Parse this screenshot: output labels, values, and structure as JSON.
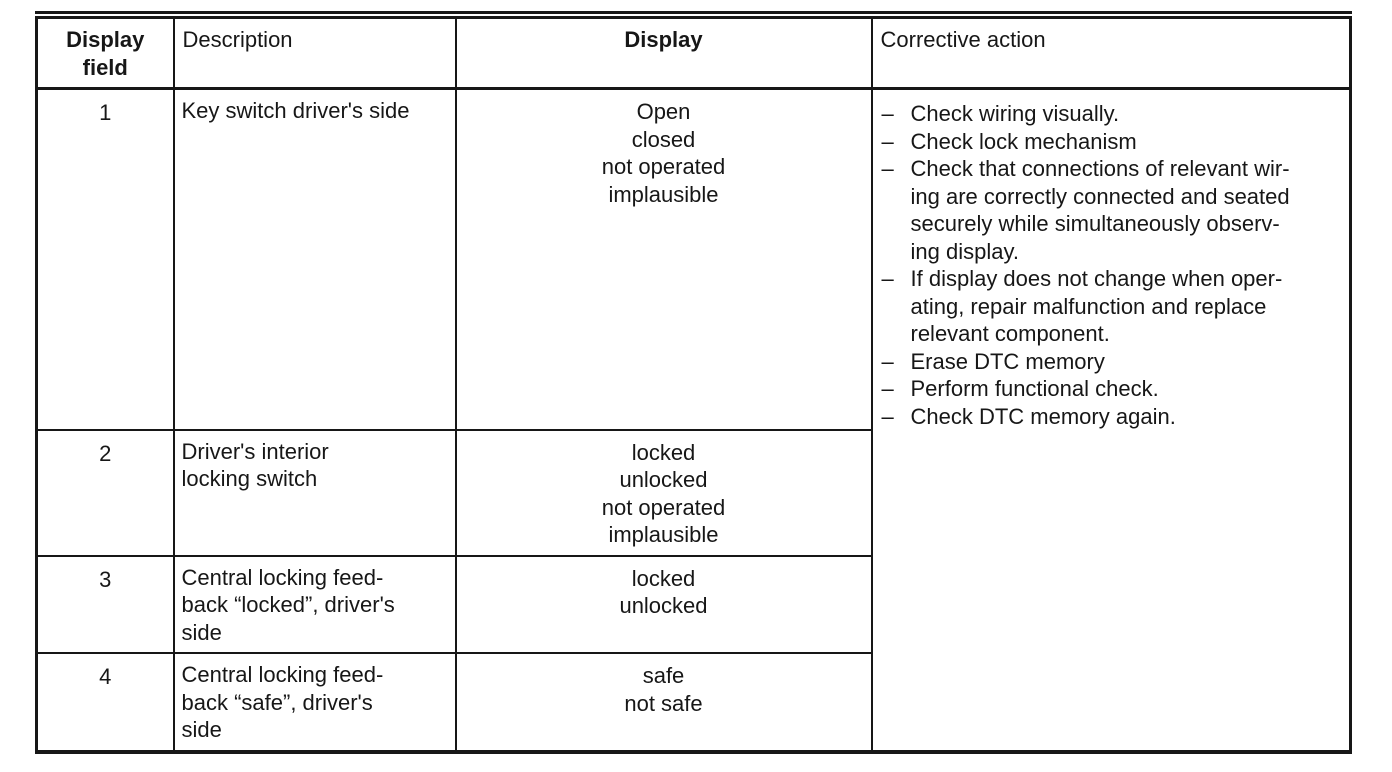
{
  "table": {
    "headers": [
      "Display\nfield",
      "Description",
      "Display",
      "Corrective action"
    ],
    "rows": [
      {
        "field": "1",
        "description": "Key switch driver's side",
        "display": [
          "Open",
          "closed",
          "not operated",
          "implausible"
        ]
      },
      {
        "field": "2",
        "description": "Driver's interior\nlocking switch",
        "display": [
          "locked",
          "unlocked",
          "not operated",
          "implausible"
        ]
      },
      {
        "field": "3",
        "description": "Central locking feed-\nback “locked”, driver's\nside",
        "display": [
          "locked",
          "unlocked"
        ]
      },
      {
        "field": "4",
        "description": "Central locking feed-\nback “safe”, driver's\nside",
        "display": [
          "safe",
          "not safe"
        ]
      }
    ],
    "corrective": {
      "marker": "–",
      "actions": [
        "Check wiring visually.",
        "Check lock mechanism",
        "Check that connections of relevant wir-\ning are correctly connected and seated\nsecurely while simultaneously observ-\ning display.",
        "If display does not change when oper-\nating, repair malfunction and replace\nrelevant component.",
        "Erase DTC memory",
        "Perform functional check.",
        "Check DTC memory again."
      ]
    }
  }
}
